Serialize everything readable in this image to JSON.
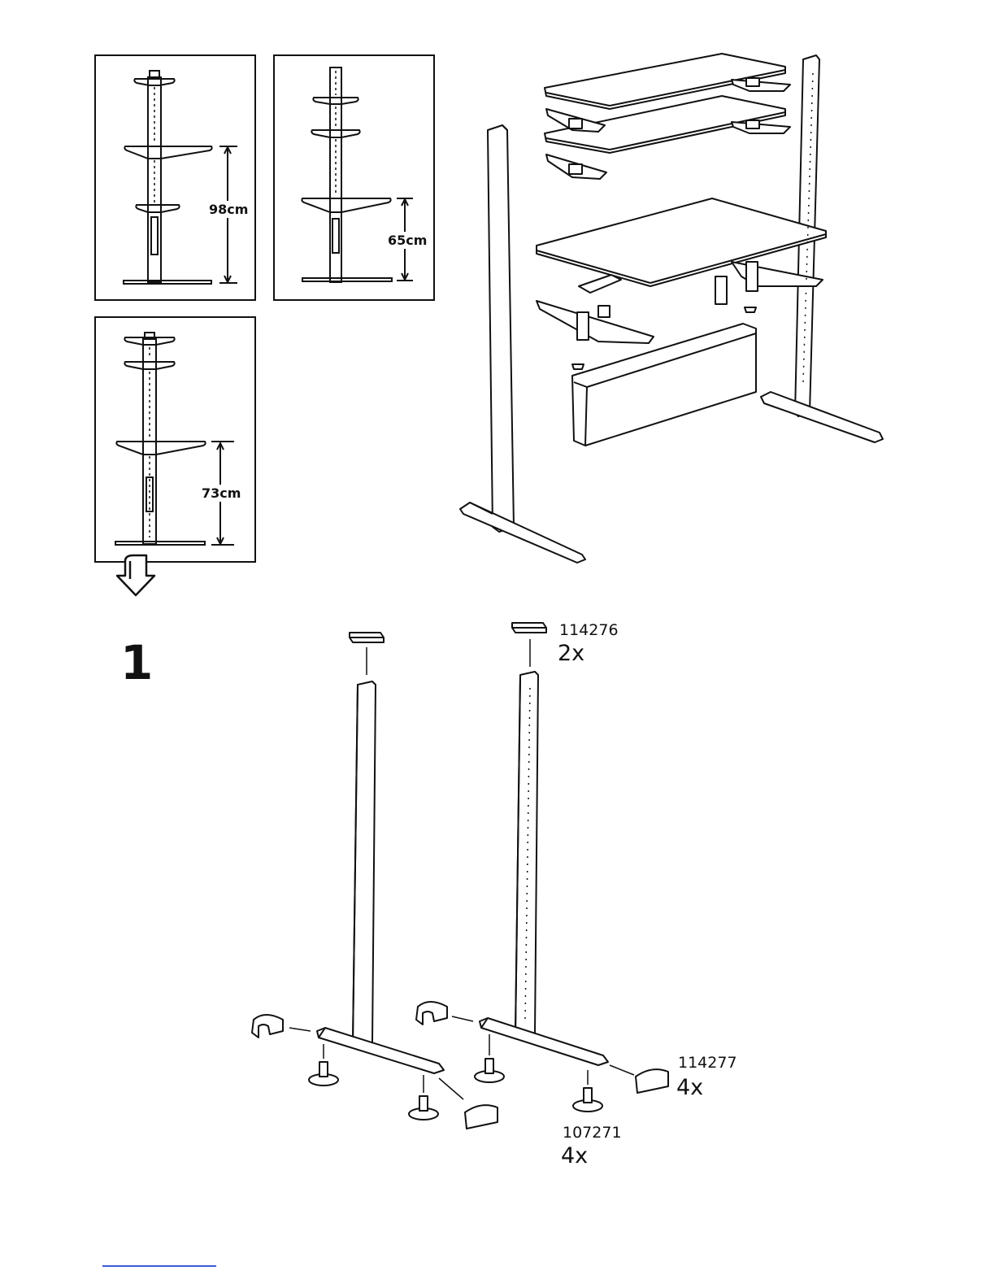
{
  "options": [
    {
      "id": "a",
      "height_label": "98cm"
    },
    {
      "id": "b",
      "height_label": "65cm"
    },
    {
      "id": "c",
      "height_label": "73cm"
    }
  ],
  "step": {
    "number": "1"
  },
  "parts": [
    {
      "code": "114276",
      "qty": "2x"
    },
    {
      "code": "114277",
      "qty": "4x"
    },
    {
      "code": "107271",
      "qty": "4x"
    }
  ]
}
